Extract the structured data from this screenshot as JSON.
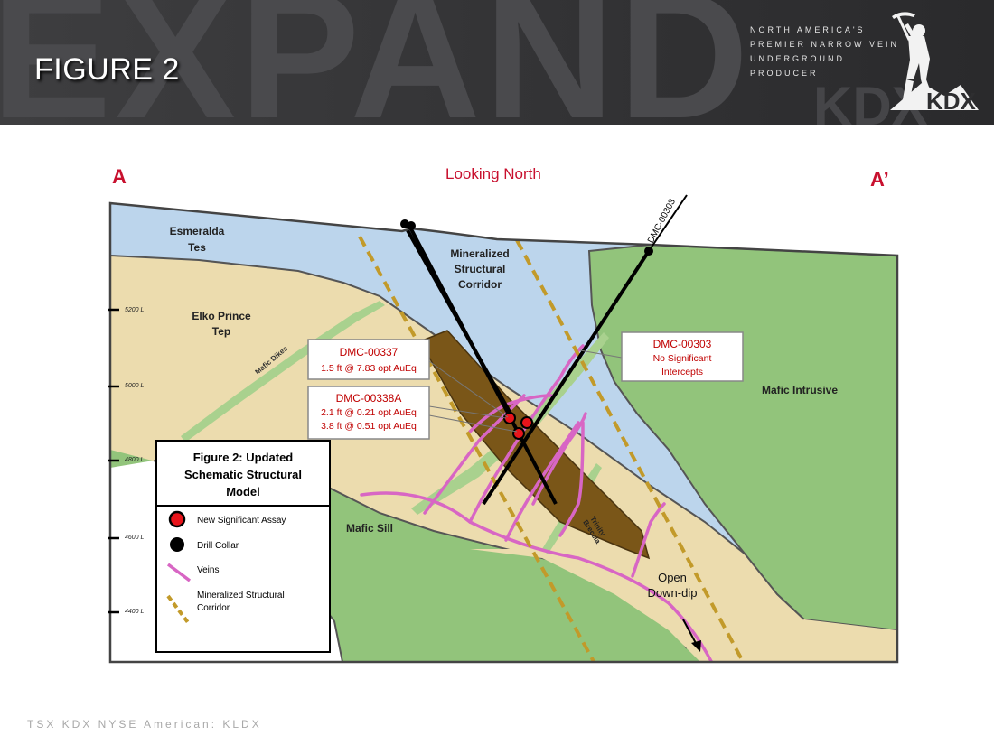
{
  "header": {
    "title": "FIGURE 2",
    "watermark": "EXPAND",
    "watermark_secondary": "KDX",
    "tagline": [
      "NORTH AMERICA'S",
      "PREMIER NARROW VEIN",
      "UNDERGROUND",
      "PRODUCER"
    ],
    "logo_text": "KDX",
    "logo_icon": "miner-icon"
  },
  "diagram": {
    "section_start": "A",
    "section_end": "A’",
    "view_label": "Looking North",
    "units": {
      "esmeralda": [
        "Esmeralda",
        "Tes"
      ],
      "corridor": [
        "Mineralized",
        "Structural",
        "Corridor"
      ],
      "elko": [
        "Elko Prince",
        "Tep"
      ],
      "mafic_dikes": "Mafic Dikes",
      "mafic_intrusive": "Mafic Intrusive",
      "mafic_sill": "Mafic Sill",
      "trinity": [
        "Trinity",
        "Breccia"
      ],
      "open_down_dip": [
        "Open",
        "Down-dip"
      ]
    },
    "drillhole_label": "DMC-00303",
    "elevations": [
      "5200 L",
      "5000 L",
      "4800 L",
      "4600 L",
      "4400 L"
    ],
    "callouts": {
      "dmc337": {
        "title": "DMC-00337",
        "lines": [
          "1.5 ft @ 7.83 opt AuEq"
        ]
      },
      "dmc338a": {
        "title": "DMC-00338A",
        "lines": [
          "2.1 ft @ 0.21 opt AuEq",
          "3.8 ft @ 0.51 opt AuEq"
        ]
      },
      "dmc303": {
        "title": "DMC-00303",
        "lines": [
          "No Significant",
          "Intercepts"
        ]
      }
    },
    "legend": {
      "title": [
        "Figure 2: Updated",
        "Schematic Structural",
        "Model"
      ],
      "items": [
        {
          "label": [
            "New Significant Assay"
          ],
          "symbol": "red-dot-icon"
        },
        {
          "label": [
            "Drill Collar"
          ],
          "symbol": "black-dot-icon"
        },
        {
          "label": [
            "Veins"
          ],
          "symbol": "pink-line-icon"
        },
        {
          "label": [
            "Mineralized Structural",
            "Corridor"
          ],
          "symbol": "dashed-line-icon"
        }
      ]
    },
    "colors": {
      "blue": "#bcd5ec",
      "tan": "#ecdcae",
      "green": "#92c47b",
      "breccia": "#7a5618",
      "vein": "#d866c4",
      "corridor": "#c29a2a",
      "title_red": "#c8102e"
    }
  },
  "footer": {
    "text": "TSX KDX NYSE American: KLDX"
  }
}
